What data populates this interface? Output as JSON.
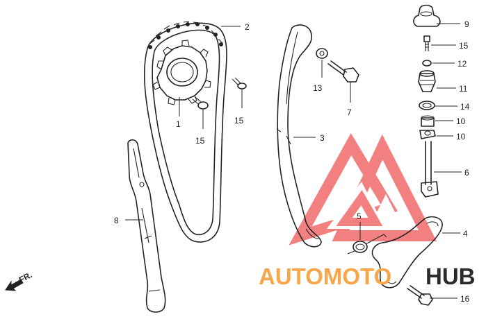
{
  "callouts": [
    {
      "id": "c1",
      "text": "1"
    },
    {
      "id": "c2",
      "text": "2"
    },
    {
      "id": "c3",
      "text": "3"
    },
    {
      "id": "c4",
      "text": "4"
    },
    {
      "id": "c5",
      "text": "5"
    },
    {
      "id": "c6",
      "text": "6"
    },
    {
      "id": "c7",
      "text": "7"
    },
    {
      "id": "c8",
      "text": "8"
    },
    {
      "id": "c9",
      "text": "9"
    },
    {
      "id": "c10a",
      "text": "10"
    },
    {
      "id": "c10b",
      "text": "10"
    },
    {
      "id": "c11",
      "text": "11"
    },
    {
      "id": "c12",
      "text": "12"
    },
    {
      "id": "c13",
      "text": "13"
    },
    {
      "id": "c14",
      "text": "14"
    },
    {
      "id": "c15a",
      "text": "15"
    },
    {
      "id": "c15b",
      "text": "15"
    },
    {
      "id": "c15c",
      "text": "15"
    },
    {
      "id": "c16",
      "text": "16"
    }
  ],
  "direction": {
    "text": "FR."
  },
  "watermark": {
    "part1": "AUTOMOTO",
    "part2": "HUB",
    "color_red": "#f26b6b",
    "color_orange": "#f7a64a",
    "color_dark": "#2b2b2b"
  }
}
